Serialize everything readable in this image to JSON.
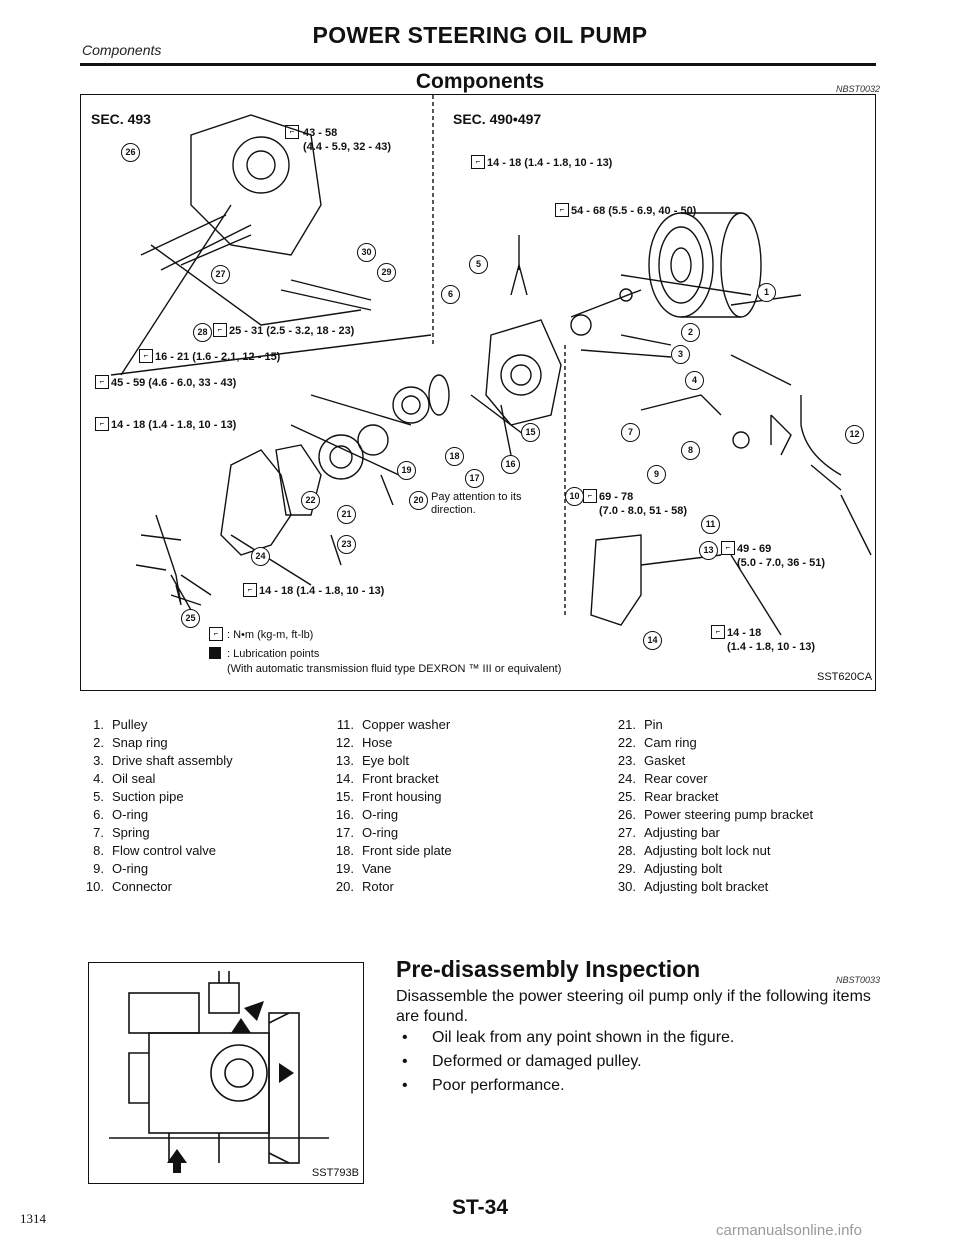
{
  "header": {
    "section": "Components",
    "title": "POWER STEERING OIL PUMP"
  },
  "subheader": {
    "title": "Components",
    "figure_code": "NBST0032"
  },
  "diagram": {
    "sec_left": "SEC. 493",
    "sec_right": "SEC. 490•497",
    "torques": [
      "43 - 58",
      "(4.4 - 5.9, 32 - 43)",
      "14 - 18 (1.4 - 1.8, 10 - 13)",
      "54 - 68 (5.5 - 6.9, 40 - 50)",
      "25 - 31 (2.5 - 3.2, 18 - 23)",
      "16 - 21 (1.6 - 2.1, 12 - 15)",
      "45 - 59 (4.6 - 6.0, 33 - 43)",
      "14 - 18 (1.4 - 1.8, 10 - 13)",
      "69 - 78",
      "(7.0 - 8.0, 51 - 58)",
      "49 - 69",
      "(5.0 - 7.0, 36 - 51)",
      "14 - 18 (1.4 - 1.8, 10 - 13)",
      "14 - 18",
      "(1.4 - 1.8, 10 - 13)"
    ],
    "note_direction": "Pay attention to its direction.",
    "legend_torque": ": N•m (kg-m, ft-lb)",
    "legend_lube": ": Lubrication points",
    "legend_lube_note": "(With automatic transmission fluid type DEXRON ™ III or equivalent)",
    "figure_code": "SST620CA",
    "callouts": [
      "1",
      "2",
      "3",
      "4",
      "5",
      "6",
      "7",
      "8",
      "9",
      "10",
      "11",
      "12",
      "13",
      "14",
      "15",
      "16",
      "17",
      "18",
      "19",
      "20",
      "21",
      "22",
      "23",
      "24",
      "25",
      "26",
      "27",
      "28",
      "29",
      "30"
    ]
  },
  "parts": [
    {
      "n": "1.",
      "name": "Pulley"
    },
    {
      "n": "2.",
      "name": "Snap ring"
    },
    {
      "n": "3.",
      "name": "Drive shaft assembly"
    },
    {
      "n": "4.",
      "name": "Oil seal"
    },
    {
      "n": "5.",
      "name": "Suction pipe"
    },
    {
      "n": "6.",
      "name": "O-ring"
    },
    {
      "n": "7.",
      "name": "Spring"
    },
    {
      "n": "8.",
      "name": "Flow control valve"
    },
    {
      "n": "9.",
      "name": "O-ring"
    },
    {
      "n": "10.",
      "name": "Connector"
    },
    {
      "n": "11.",
      "name": "Copper washer"
    },
    {
      "n": "12.",
      "name": "Hose"
    },
    {
      "n": "13.",
      "name": "Eye bolt"
    },
    {
      "n": "14.",
      "name": "Front bracket"
    },
    {
      "n": "15.",
      "name": "Front housing"
    },
    {
      "n": "16.",
      "name": "O-ring"
    },
    {
      "n": "17.",
      "name": "O-ring"
    },
    {
      "n": "18.",
      "name": "Front side plate"
    },
    {
      "n": "19.",
      "name": "Vane"
    },
    {
      "n": "20.",
      "name": "Rotor"
    },
    {
      "n": "21.",
      "name": "Pin"
    },
    {
      "n": "22.",
      "name": "Cam ring"
    },
    {
      "n": "23.",
      "name": "Gasket"
    },
    {
      "n": "24.",
      "name": "Rear cover"
    },
    {
      "n": "25.",
      "name": "Rear bracket"
    },
    {
      "n": "26.",
      "name": "Power steering pump bracket"
    },
    {
      "n": "27.",
      "name": "Adjusting bar"
    },
    {
      "n": "28.",
      "name": "Adjusting bolt lock nut"
    },
    {
      "n": "29.",
      "name": "Adjusting bolt"
    },
    {
      "n": "30.",
      "name": "Adjusting bolt bracket"
    }
  ],
  "inspection": {
    "title": "Pre-disassembly Inspection",
    "figure_code": "NBST0033",
    "intro": "Disassemble the power steering oil pump only if the following items are found.",
    "bullets": [
      "Oil leak from any point shown in the figure.",
      "Deformed or damaged pulley.",
      "Poor performance."
    ],
    "image_code": "SST793B"
  },
  "footer": {
    "page_code": "ST-34",
    "page_number": "1314",
    "watermark": "carmanualsonline.info"
  }
}
